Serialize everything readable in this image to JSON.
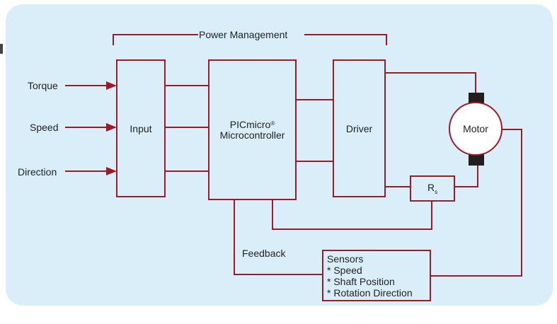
{
  "labels": {
    "power_management": "Power Management",
    "torque": "Torque",
    "speed": "Speed",
    "direction": "Direction",
    "input": "Input",
    "mcu_line1": "PICmicro",
    "mcu_reg": "®",
    "mcu_line2": "Microcontroller",
    "driver": "Driver",
    "motor": "Motor",
    "rs_main": "R",
    "rs_sub": "s",
    "feedback": "Feedback",
    "sensors_title": "Sensors",
    "sensors_items": [
      "* Speed",
      "* Shaft Position",
      "* Rotation Direction"
    ]
  },
  "colors": {
    "panel": "#d9eef9",
    "line": "#9c1b28",
    "text": "#222222",
    "brush": "#231f20"
  }
}
